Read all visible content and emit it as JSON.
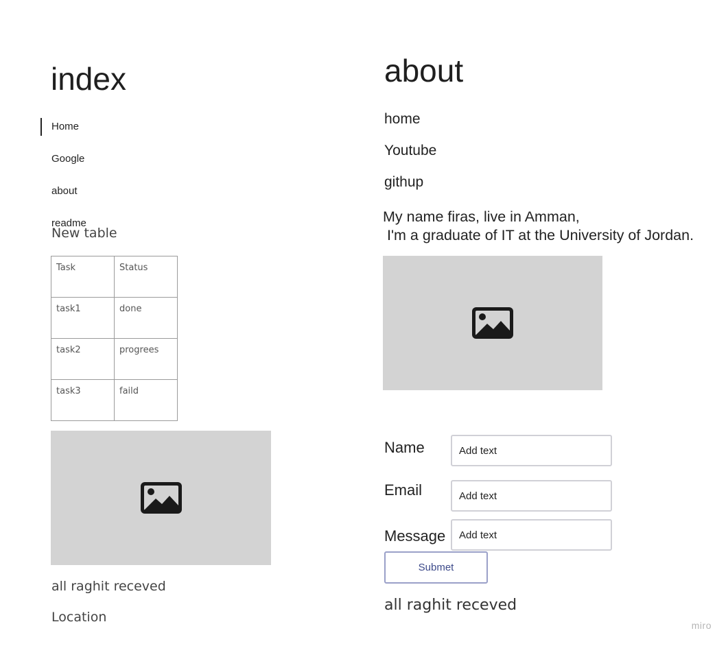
{
  "left": {
    "title": "index",
    "nav": [
      "Home",
      "Google",
      "about",
      "readme"
    ],
    "table_caption": "New table",
    "table": {
      "headers": [
        "Task",
        "Status"
      ],
      "rows": [
        [
          "task1",
          "done"
        ],
        [
          "task2",
          "progrees"
        ],
        [
          "task3",
          "faild"
        ]
      ]
    },
    "footer_text": "all raghit receved",
    "location": "Location"
  },
  "right": {
    "title": "about",
    "links": [
      "home",
      "Youtube",
      "githup"
    ],
    "bio": "My name firas, live in Amman,\n I'm a graduate of IT at the University of Jordan.",
    "form": {
      "name_label": "Name",
      "email_label": "Email",
      "message_label": "Message",
      "name_value": "Add text",
      "email_value": "Add text",
      "message_value": "Add text",
      "submit_label": "Submet"
    },
    "footer_text": "all raghit receved"
  },
  "watermark": "miro",
  "icons": {
    "image_placeholder": "image-icon"
  },
  "colors": {
    "placeholder_bg": "#d3d3d3",
    "icon": "#1a1a1a",
    "submit_text": "#3d4a8a"
  }
}
